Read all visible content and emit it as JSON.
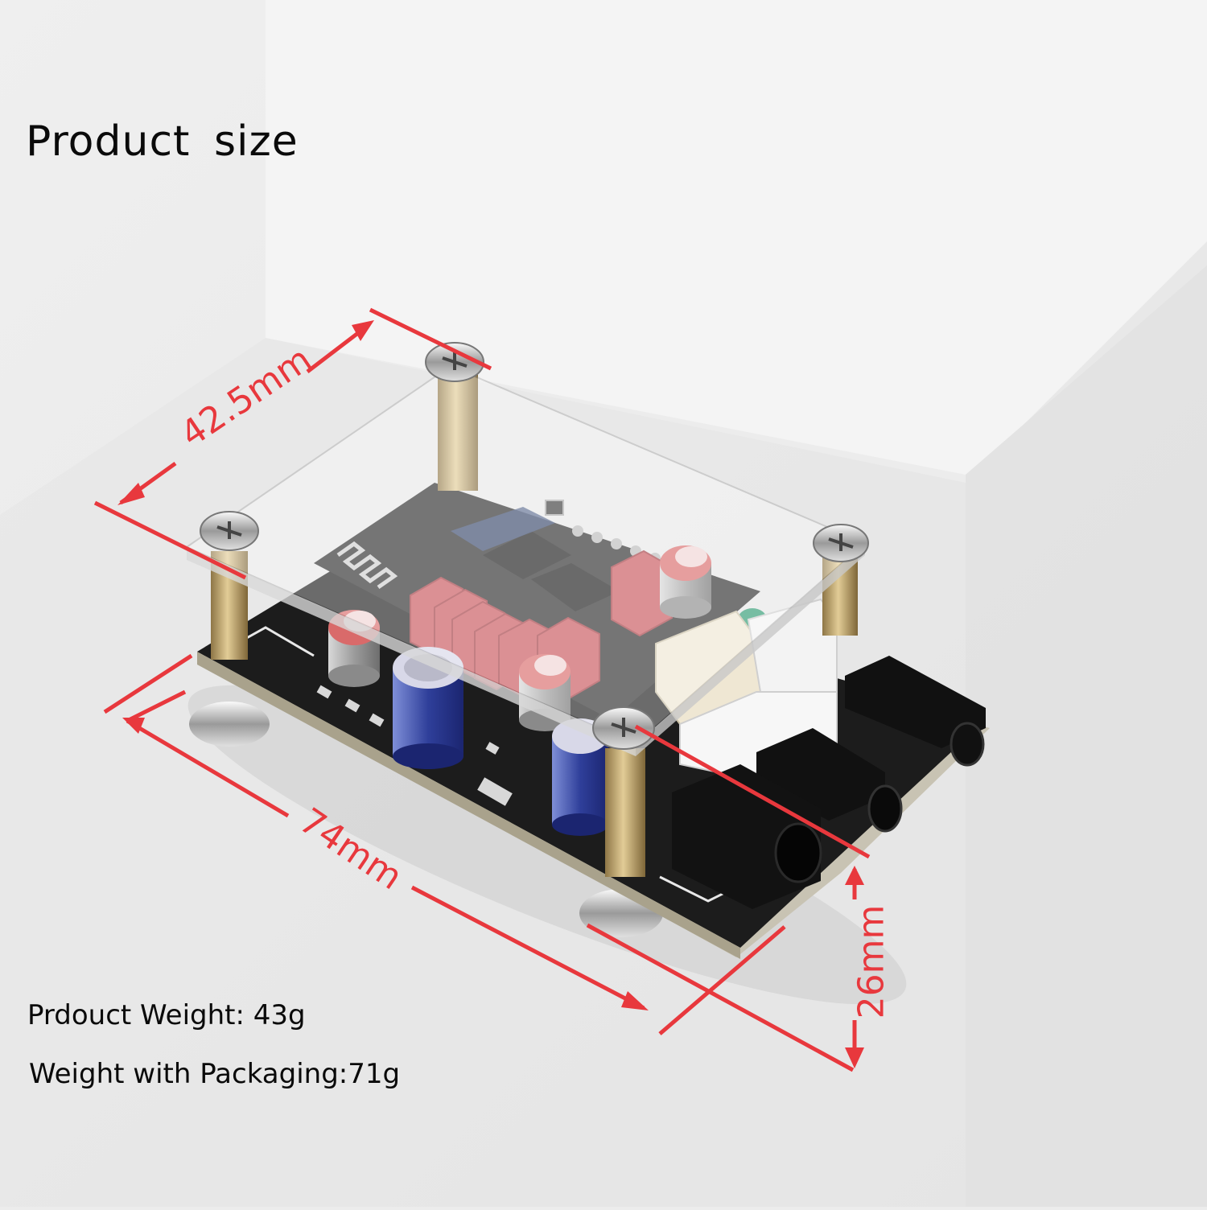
{
  "header": {
    "title": "Product  size"
  },
  "dimensions": {
    "width": "42.5mm",
    "length": "74mm",
    "height": "26mm"
  },
  "specs": {
    "product_weight": "Prdouct Weight: 43g",
    "package_weight": "Weight with Packaging:71g"
  },
  "colors": {
    "dimension_line": "#e8383d",
    "background": "#ececec",
    "pcb": "#1c1c1c",
    "capacitor_red": "#c9545a",
    "capacitor_blue": "#2f3f9a",
    "brass": "#b79c64"
  },
  "image": {
    "subject": "audio amplifier board with acrylic cover, brass standoffs and screws",
    "icons": [
      "bluetooth-antenna-icon",
      "dc-power-jack-icon",
      "audio-jack-icon"
    ]
  }
}
